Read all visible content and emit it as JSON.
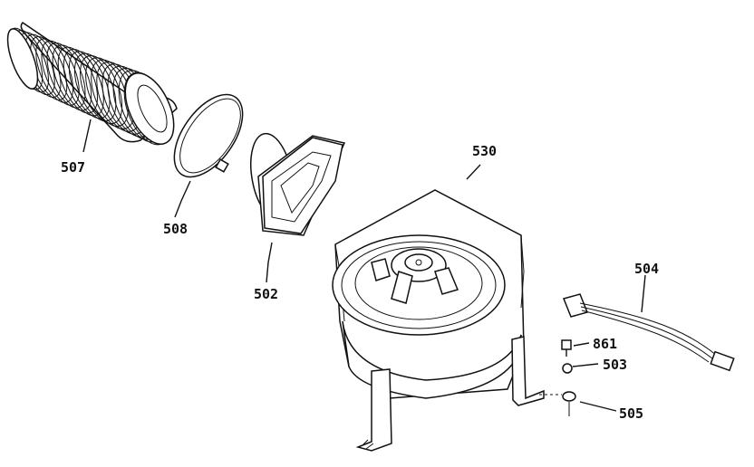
{
  "diagram": {
    "parts": [
      {
        "id": "flex-duct",
        "label": "507"
      },
      {
        "id": "duct-clamp",
        "label": "508"
      },
      {
        "id": "duct-adapter",
        "label": "502"
      },
      {
        "id": "blower-assembly",
        "label": "530"
      },
      {
        "id": "wire-harness",
        "label": "504"
      },
      {
        "id": "screw",
        "label": "861"
      },
      {
        "id": "lock-washer",
        "label": "503"
      },
      {
        "id": "grommet",
        "label": "505"
      }
    ]
  }
}
